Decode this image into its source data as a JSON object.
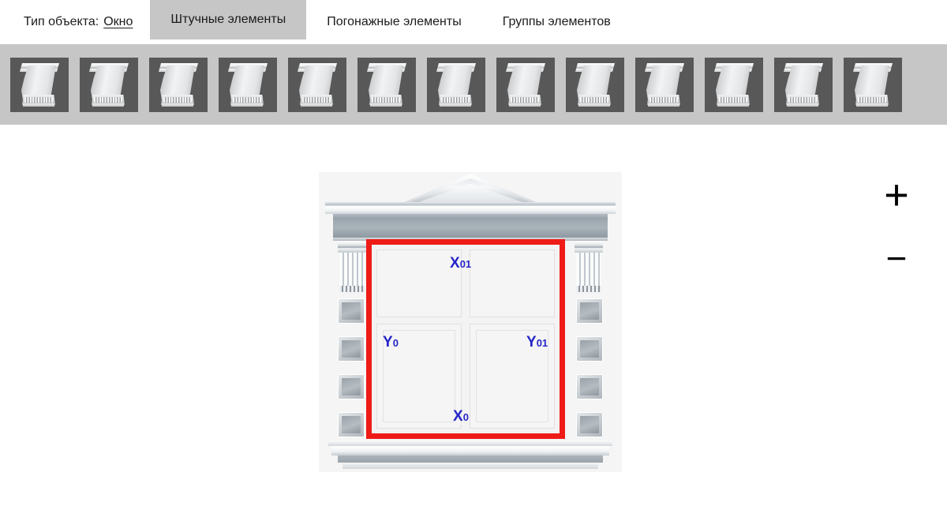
{
  "header": {
    "object_type_label": "Тип объекта:",
    "object_type_value": "Окно",
    "tabs": [
      {
        "label": "Штучные элементы",
        "active": true
      },
      {
        "label": "Погонажные элементы",
        "active": false
      },
      {
        "label": "Группы элементов",
        "active": false
      }
    ]
  },
  "palette": {
    "icon": "corbel-bracket-icon",
    "background": "#c6c6c6",
    "tile_background": "#585858",
    "items": [
      {
        "name": "corbel-01"
      },
      {
        "name": "corbel-02"
      },
      {
        "name": "corbel-03"
      },
      {
        "name": "corbel-04"
      },
      {
        "name": "corbel-05"
      },
      {
        "name": "corbel-06"
      },
      {
        "name": "corbel-07"
      },
      {
        "name": "corbel-08"
      },
      {
        "name": "corbel-09"
      },
      {
        "name": "corbel-10"
      },
      {
        "name": "corbel-11"
      },
      {
        "name": "corbel-12"
      },
      {
        "name": "corbel-13"
      }
    ]
  },
  "viewer": {
    "background": "#f5f5f5",
    "selection_color": "#ee1b17",
    "label_color": "#2525c8",
    "labels": {
      "top": {
        "base": "X",
        "sub": "01"
      },
      "bottom": {
        "base": "X",
        "sub": "0"
      },
      "left": {
        "base": "Y",
        "sub": "0"
      },
      "right": {
        "base": "Y",
        "sub": "01"
      }
    },
    "ornaments": {
      "pediment": "triangular-pediment",
      "cornice": "cornice-molding",
      "pilaster": "fluted-pilaster",
      "blocks": "square-panel-block",
      "sill": "window-sill-molding"
    }
  },
  "controls": {
    "zoom_in": "+",
    "zoom_out": "−"
  }
}
